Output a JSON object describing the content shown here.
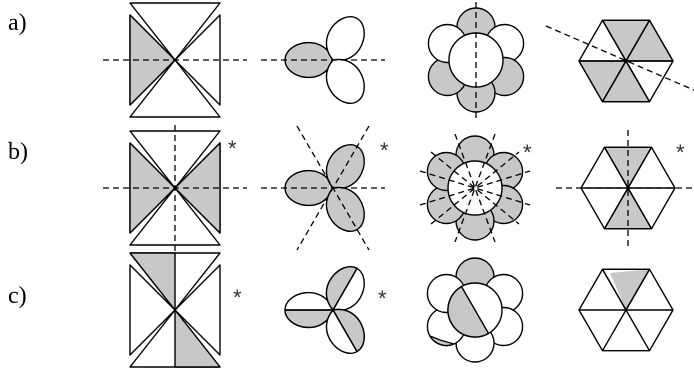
{
  "rows": [
    {
      "label": "a)",
      "figures": [
        {
          "star": ""
        },
        {
          "star": ""
        },
        {
          "star": ""
        },
        {
          "star": ""
        }
      ]
    },
    {
      "label": "b)",
      "figures": [
        {
          "star": "*"
        },
        {
          "star": "*"
        },
        {
          "star": "*"
        },
        {
          "star": "*"
        }
      ]
    },
    {
      "label": "c)",
      "figures": [
        {
          "star": "*"
        },
        {
          "star": "*"
        },
        {
          "star": ""
        },
        {
          "star": ""
        }
      ]
    }
  ],
  "colors": {
    "shade": "#c8c8c8",
    "line": "#000000",
    "background": "#ffffff"
  }
}
